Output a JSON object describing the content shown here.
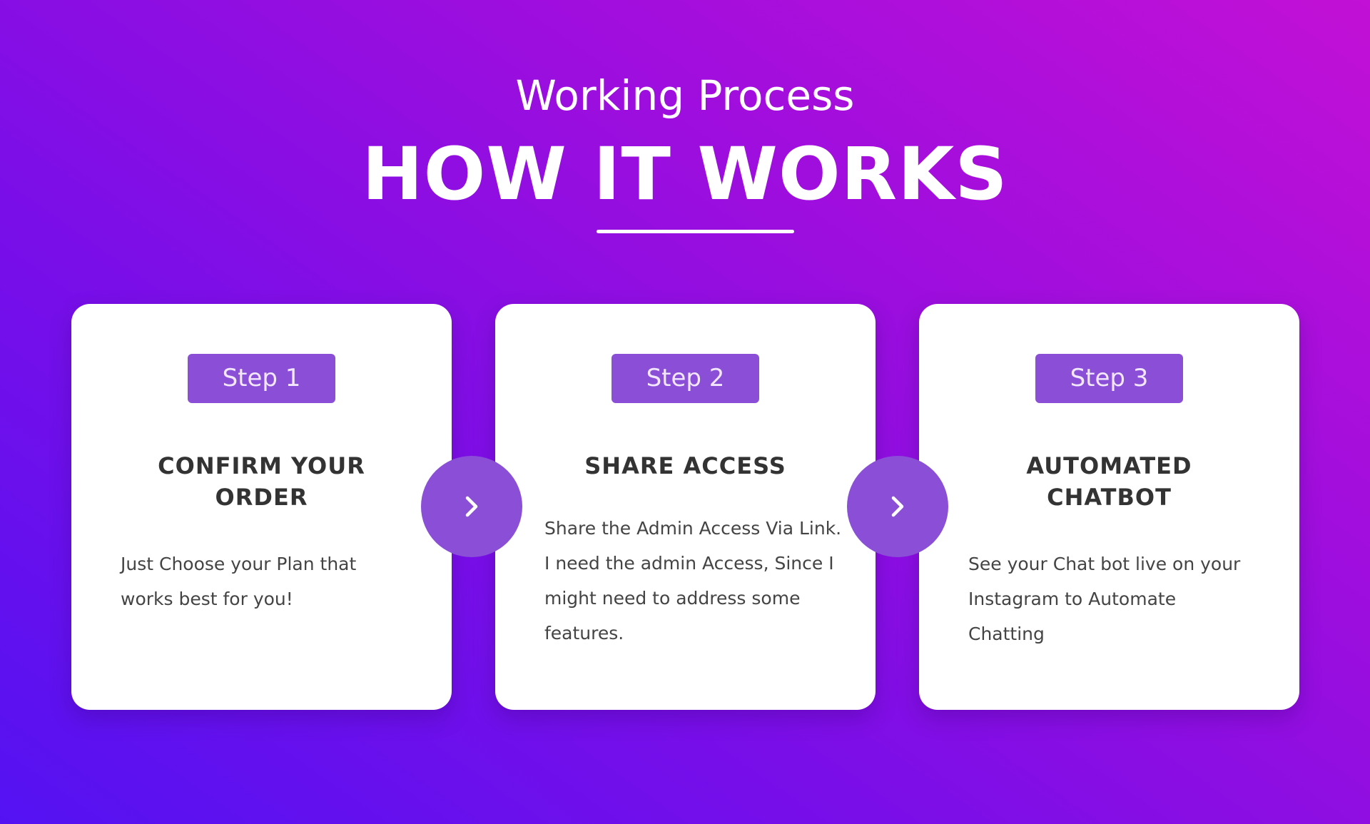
{
  "header": {
    "subtitle": "Working Process",
    "title": "HOW IT WORKS"
  },
  "steps": [
    {
      "badge": "Step 1",
      "title": "CONFIRM YOUR ORDER",
      "body": "Just Choose your Plan that works best for you!"
    },
    {
      "badge": "Step 2",
      "title": "SHARE ACCESS",
      "body": "Share the Admin Access Via Link. I need the admin Access, Since I might need to address some features."
    },
    {
      "badge": "Step 3",
      "title": "AUTOMATED CHATBOT",
      "body": "See your Chat bot live on your Instagram to Automate Chatting"
    }
  ],
  "colors": {
    "accent": "#8a4fd6",
    "bg_start": "#5412f2",
    "bg_end": "#c210d6"
  }
}
